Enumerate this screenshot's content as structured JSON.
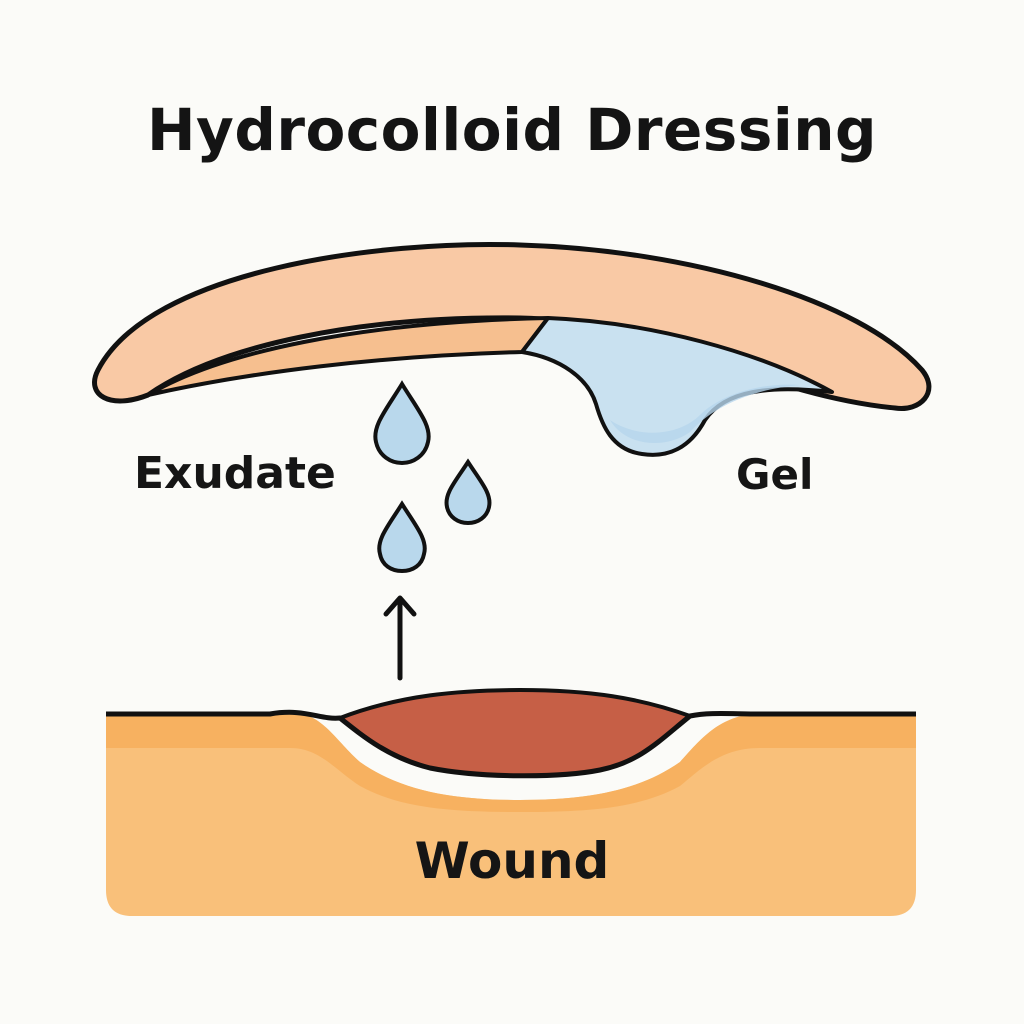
{
  "diagram": {
    "title": "Hydrocolloid Dressing",
    "labels": {
      "exudate": "Exudate",
      "gel": "Gel",
      "wound": "Wound"
    },
    "colors": {
      "dressing_outer": "#f9c9a5",
      "dressing_inner": "#f6bf8f",
      "gel": "#c9e1f0",
      "gel_shade": "#b6d6ec",
      "droplet": "#b9d8ec",
      "skin_top": "#f7b160",
      "skin_body": "#f9c07a",
      "wound_bed": "#c65f46",
      "outline": "#111111"
    }
  }
}
